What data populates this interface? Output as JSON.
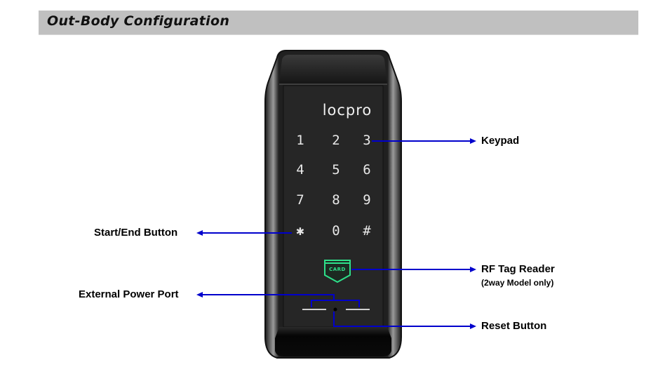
{
  "header": {
    "title": "Out-Body Configuration"
  },
  "device": {
    "brand": "Locpro",
    "keypad_keys": [
      "1",
      "2",
      "3",
      "4",
      "5",
      "6",
      "7",
      "8",
      "9",
      "✱",
      "0",
      "#"
    ],
    "card_label": "CARD",
    "card_color": "#2ee08a"
  },
  "callouts": {
    "keypad": "Keypad",
    "start_end_button": "Start/End Button",
    "rf_tag_reader": "RF Tag Reader",
    "rf_tag_reader_note": "(2way Model only)",
    "external_power_port": "External Power Port",
    "reset_button": "Reset Button"
  },
  "colors": {
    "callout_line": "#0000cc",
    "header_bg": "#c0c0c0"
  }
}
